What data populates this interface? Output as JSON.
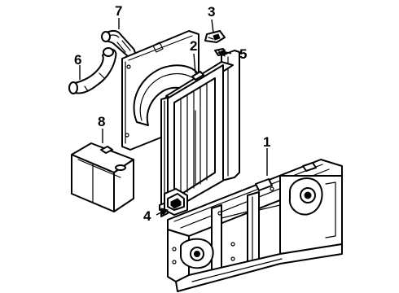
{
  "callouts": {
    "part_1": "1",
    "part_2": "2",
    "part_3": "3",
    "part_4": "4",
    "part_5": "5",
    "part_6": "6",
    "part_7": "7",
    "part_8": "8"
  },
  "colors": {
    "line": "#000000",
    "background": "#ffffff"
  }
}
